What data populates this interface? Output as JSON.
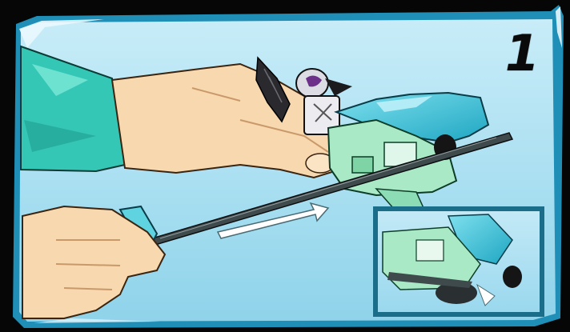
{
  "instruction_panel": {
    "step_number": "1",
    "corner_mark": "50",
    "colors": {
      "panel_sky": "#b8e6f4",
      "panel_frame": "#1d8fb6",
      "sleeve": "#38c9b8",
      "skin": "#f6d7ae",
      "machine_cyan": "#3cc0d6",
      "machine_green": "#a8e8c4",
      "steel": "#d7dadb"
    },
    "icons": [
      "hand-icon",
      "sleeve-icon",
      "tool-icon",
      "pull-arrow-icon",
      "detail-inset"
    ]
  }
}
